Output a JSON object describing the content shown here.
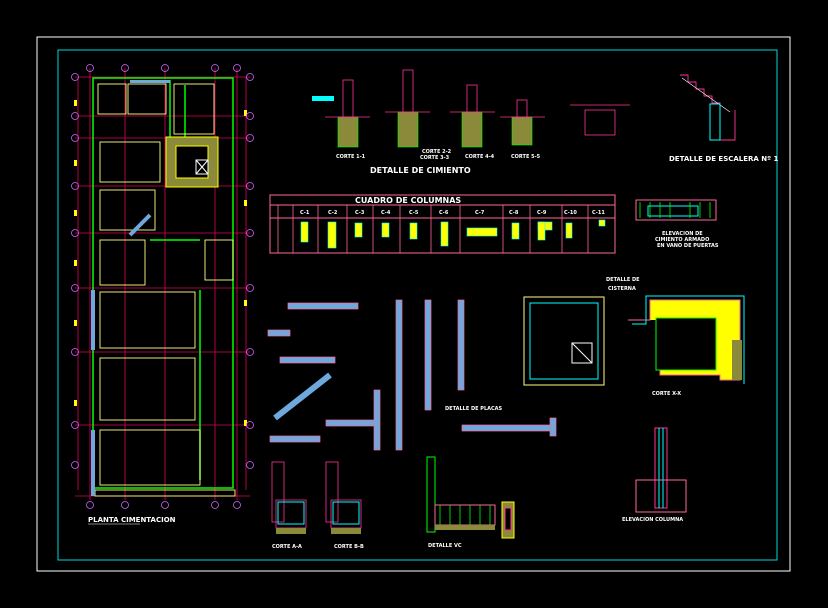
{
  "colors": {
    "background": "#000000",
    "frame_outer": "#ffffff",
    "frame_inner": "#00ffff",
    "axis": "#ff0080",
    "wall": "#00ff00",
    "beam": "#ffff80",
    "rebar": "#ffff00",
    "dim": "#ff3399"
  },
  "foundation": {
    "title": "DETALLE DE CIMIENTO",
    "sections": [
      "CORTE 1-1",
      "CORTE 2-2",
      "CORTE 3-3",
      "CORTE 4-4",
      "CORTE 5-5"
    ]
  },
  "stair": {
    "title": "DETALLE DE ESCALERA Nº 1"
  },
  "columns_table": {
    "title": "CUADRO DE COLUMNAS",
    "headers": [
      "C-1",
      "C-2",
      "C-3",
      "C-4",
      "C-5",
      "C-6",
      "C-7",
      "C-8",
      "C-9",
      "C-10",
      "C-11"
    ]
  },
  "elevation_foundation": {
    "lines": [
      "ELEVACION DE",
      "CIMIENTO ARMADO",
      "EN VANO DE PUERTAS"
    ]
  },
  "cistern": {
    "title_line1": "DETALLE DE",
    "title_line2": "CISTERNA",
    "section": "CORTE X-X"
  },
  "plates": {
    "title": "DETALLE DE PLACAS"
  },
  "plan": {
    "title": "PLANTA CIMENTACION"
  },
  "cuts": {
    "a": "CORTE A-A",
    "b": "CORTE B-B",
    "vc": "DETALLE VC"
  },
  "column_elevation": {
    "title": "ELEVACION COLUMNA"
  }
}
